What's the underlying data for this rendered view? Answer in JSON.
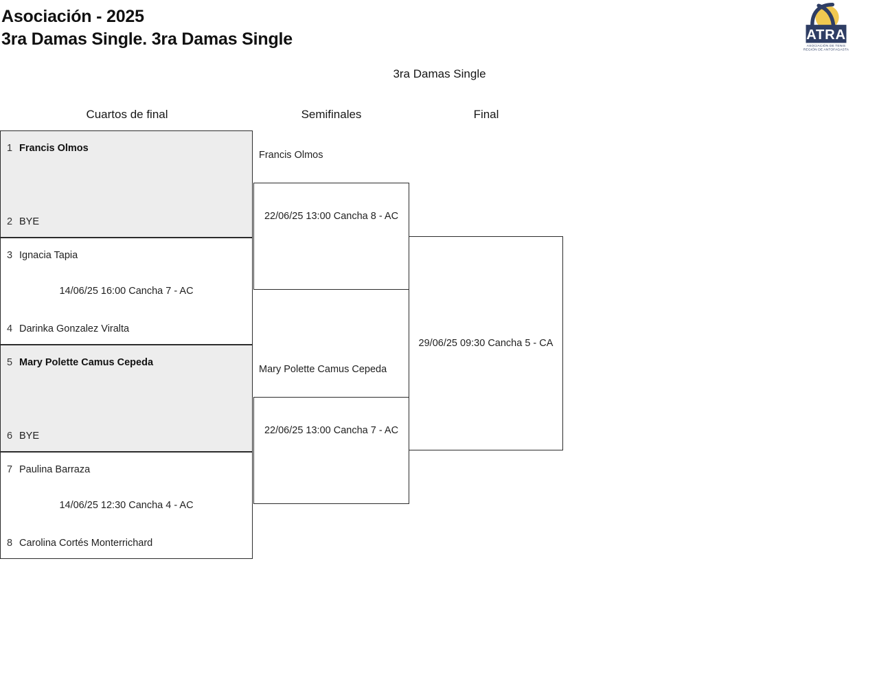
{
  "header": {
    "line1": "Asociación - 2025",
    "line2": "3ra Damas Single. 3ra Damas Single",
    "title": "Asociación - 2025\n3ra Damas Single. 3ra Damas Single"
  },
  "logo": {
    "acronym": "ATRA",
    "subtitle_line1": "ASOCIACIÓN DE TENIS",
    "subtitle_line2": "REGIÓN DE ANTOFAGASTA",
    "colors": {
      "navy": "#2e3d64",
      "ball": "#f0c850"
    }
  },
  "draw": {
    "title": "3ra Damas Single"
  },
  "rounds": {
    "quarterfinals_label": "Cuartos de final",
    "semifinals_label": "Semifinales",
    "final_label": "Final"
  },
  "chart_data": {
    "type": "bracket",
    "title": "3ra Damas Single",
    "rounds": [
      "Cuartos de final",
      "Semifinales",
      "Final"
    ],
    "quarterfinals": [
      {
        "match": 1,
        "shaded": true,
        "top": {
          "seed": "1",
          "name": "Francis Olmos",
          "winner": true
        },
        "bottom": {
          "seed": "2",
          "name": "BYE",
          "winner": false
        },
        "info": ""
      },
      {
        "match": 2,
        "shaded": false,
        "top": {
          "seed": "3",
          "name": "Ignacia Tapia",
          "winner": false
        },
        "bottom": {
          "seed": "4",
          "name": "Darinka Gonzalez Viralta",
          "winner": false
        },
        "info": "14/06/25 16:00 Cancha 7 - AC"
      },
      {
        "match": 3,
        "shaded": true,
        "top": {
          "seed": "5",
          "name": "Mary Polette Camus Cepeda",
          "winner": true
        },
        "bottom": {
          "seed": "6",
          "name": "BYE",
          "winner": false
        },
        "info": ""
      },
      {
        "match": 4,
        "shaded": false,
        "top": {
          "seed": "7",
          "name": "Paulina Barraza",
          "winner": false
        },
        "bottom": {
          "seed": "8",
          "name": "Carolina Cortés Monterrichard",
          "winner": false
        },
        "info": "14/06/25 12:30 Cancha 4 - AC"
      }
    ],
    "semifinals": [
      {
        "match": 1,
        "name": "Francis Olmos",
        "info": "22/06/25 13:00 Cancha 8 - AC"
      },
      {
        "match": 2,
        "name": "Mary Polette Camus Cepeda",
        "info": "22/06/25 13:00 Cancha 7 - AC"
      }
    ],
    "final": {
      "name": "",
      "info": "29/06/25 09:30 Cancha 5 - CA"
    }
  }
}
